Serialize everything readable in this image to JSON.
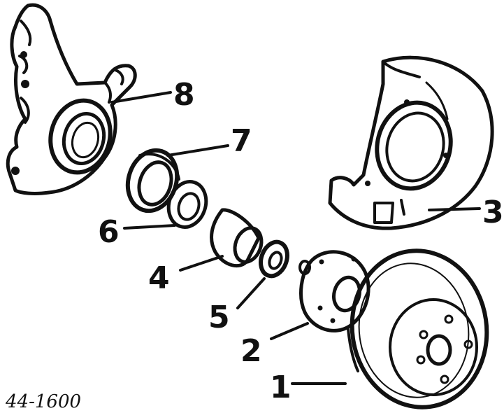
{
  "diagram": {
    "reference_code": "44-1600",
    "callouts": [
      {
        "id": "1",
        "label": "1"
      },
      {
        "id": "2",
        "label": "2"
      },
      {
        "id": "3",
        "label": "3"
      },
      {
        "id": "4",
        "label": "4"
      },
      {
        "id": "5",
        "label": "5"
      },
      {
        "id": "6",
        "label": "6"
      },
      {
        "id": "7",
        "label": "7"
      },
      {
        "id": "8",
        "label": "8"
      }
    ]
  }
}
